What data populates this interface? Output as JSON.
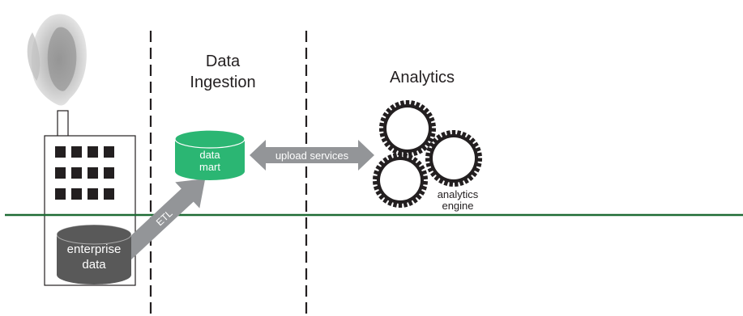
{
  "sections": {
    "ingestion_title_line1": "Data",
    "ingestion_title_line2": "Ingestion",
    "analytics_title": "Analytics"
  },
  "data_mart": {
    "line1": "data",
    "line2": "mart",
    "color": "#2bb673"
  },
  "enterprise_data": {
    "line1": "enterprise",
    "line2": "data",
    "color": "#595959"
  },
  "arrows": {
    "etl_label": "ETL",
    "upload_label": "upload services",
    "color": "#939598"
  },
  "analytics_engine": {
    "line1": "analytics",
    "line2": "engine"
  },
  "ground_line_color": "#1e6b34",
  "icons": [
    "factory-icon",
    "smoke-icon",
    "gear-icon"
  ]
}
